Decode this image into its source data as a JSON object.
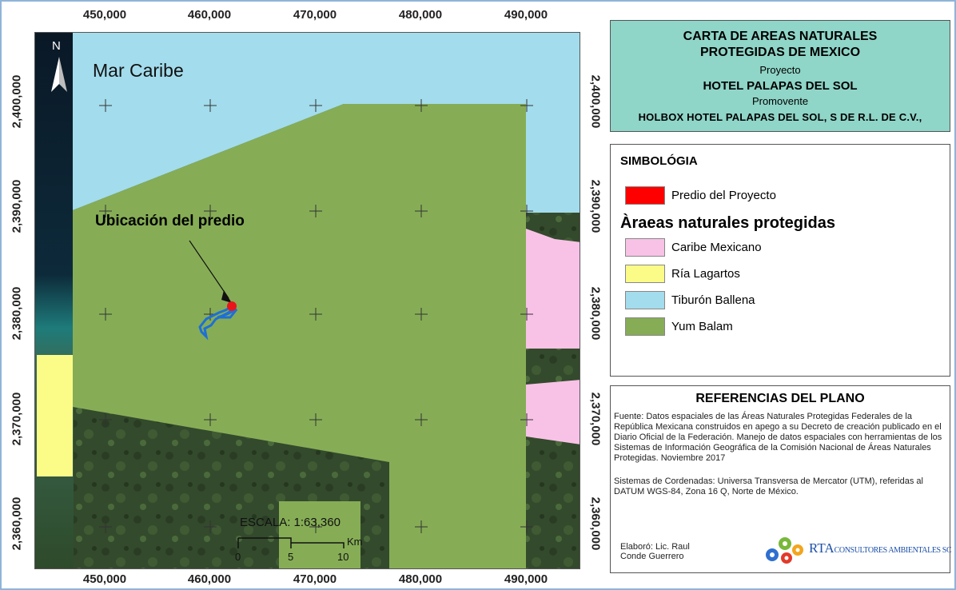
{
  "map": {
    "sea_label": "Mar Caribe",
    "site_label": "Ubicación del predio",
    "north_label": "N",
    "x_ticks": [
      "450,000",
      "460,000",
      "470,000",
      "480,000",
      "490,000"
    ],
    "y_ticks": [
      "2,400,000",
      "2,390,000",
      "2,380,000",
      "2,370,000",
      "2,360,000"
    ],
    "scale": {
      "title": "ESCALA: 1:63,360",
      "zero": "0",
      "five": "5",
      "ten": "10",
      "unit": "Km"
    },
    "colors": {
      "yum_balam": "#86ad56",
      "tiburon_ballena": "#a3dcec",
      "caribe_mexicano": "#f8c2e6",
      "ria_lagartos": "#fbfb87",
      "predio": "#e8161b",
      "polygon_outline": "#1e6fd6"
    }
  },
  "title_panel": {
    "line1": "CARTA DE AREAS NATURALES",
    "line2": "PROTEGIDAS DE MEXICO",
    "project_label": "Proyecto",
    "project_name": "HOTEL PALAPAS DEL SOL",
    "promoter_label": "Promovente",
    "promoter_name": "HOLBOX HOTEL PALAPAS DEL SOL, S DE R.L. DE C.V.,"
  },
  "legend": {
    "title": "SIMBOLÓGIA",
    "subtitle": "Àraeas naturales protegidas",
    "items": [
      {
        "label": "Predio del Proyecto",
        "color": "#ff0000"
      },
      {
        "label": "Caribe Mexicano",
        "color": "#f8c2e6"
      },
      {
        "label": "Ría Lagartos",
        "color": "#fbfb87"
      },
      {
        "label": "Tiburón Ballena",
        "color": "#a3dcec"
      },
      {
        "label": "Yum Balam",
        "color": "#86ad56"
      }
    ]
  },
  "references": {
    "title": "REFERENCIAS DEL PLANO",
    "source": "Fuente: Datos espaciales de las Áreas Naturales Protegidas Federales de la República Mexicana construidos en apego a su Decreto de creación publicado en el Diario Oficial de la Federación. Manejo de datos espaciales con herramientas de los Sistemas de Información Geográfica de la Comisión Nacional de Áreas Naturales Protegidas. Noviembre 2017",
    "coords": "Sistemas de Cordenadas: Universa Transversa de Mercator (UTM), referidas al DATUM WGS-84,  Zona 16 Q, Norte de México.",
    "author": "Elaboró: Lic. Raul\nConde   Guerrero",
    "logo_main": "RTA",
    "logo_sub": "CONSULTORES AMBIENTALES SC"
  }
}
